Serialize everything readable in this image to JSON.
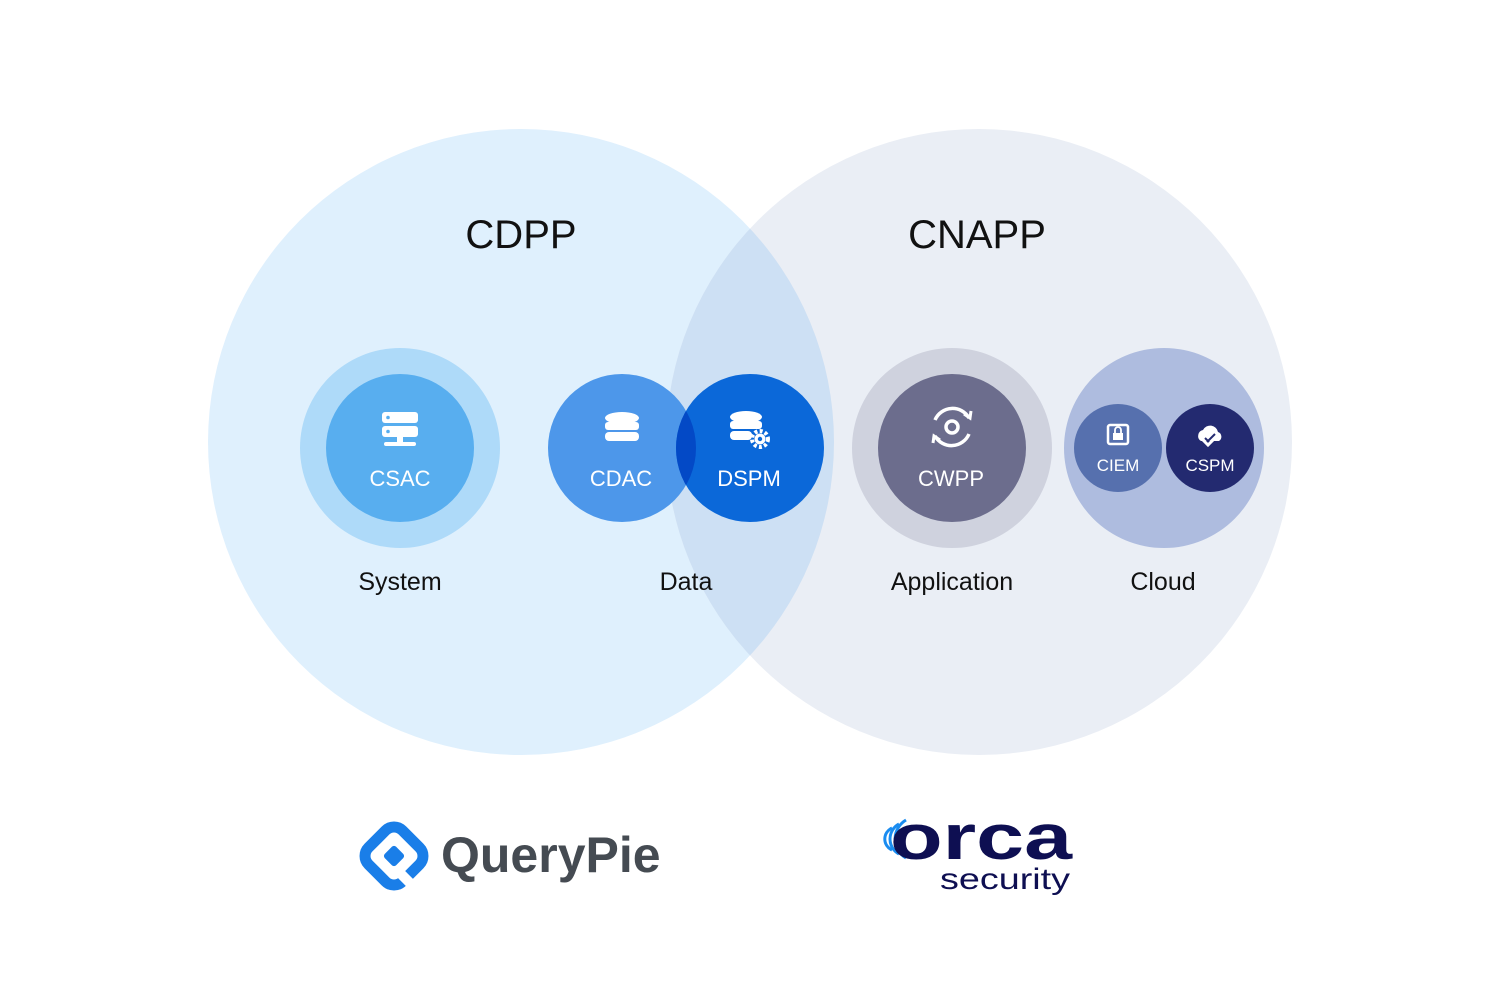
{
  "venn": {
    "left_title": "CDPP",
    "right_title": "CNAPP"
  },
  "groups": {
    "system": {
      "label": "System",
      "items": [
        "CSAC"
      ]
    },
    "data": {
      "label": "Data",
      "items": [
        "CDAC",
        "DSPM"
      ]
    },
    "application": {
      "label": "Application",
      "items": [
        "CWPP"
      ]
    },
    "cloud": {
      "label": "Cloud",
      "items": [
        "CIEM",
        "CSPM"
      ]
    }
  },
  "logos": {
    "querypie": "QueryPie",
    "orca": "orca",
    "orca_sub": "security"
  },
  "colors": {
    "left_circle": "#dff0fd",
    "right_circle": "#eaeef5",
    "overlap": "#cde0f4",
    "csac": "#58aeef",
    "cdac": "#4d97ea",
    "dspm": "#0b68d9",
    "cwpp": "#6c6d8d",
    "ciem": "#5670ae",
    "cspm": "#232a70",
    "querypie_blue": "#1a7ee8",
    "orca_navy": "#0e0f52"
  }
}
